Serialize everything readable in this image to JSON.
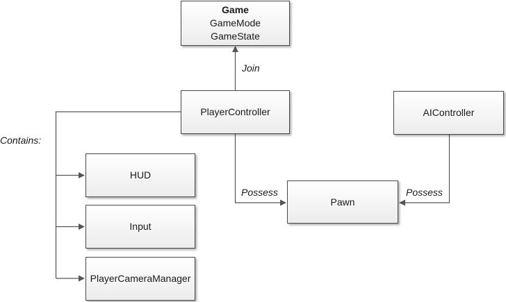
{
  "diagram": {
    "nodes": {
      "game": {
        "title": "Game",
        "lines": [
          "GameMode",
          "GameState"
        ]
      },
      "player_controller": {
        "label": "PlayerController"
      },
      "ai_controller": {
        "label": "AIController"
      },
      "pawn": {
        "label": "Pawn"
      },
      "hud": {
        "label": "HUD"
      },
      "input": {
        "label": "Input"
      },
      "player_camera_manager": {
        "label": "PlayerCameraManager"
      }
    },
    "edge_labels": {
      "join": "Join",
      "possess_player": "Possess",
      "possess_ai": "Possess",
      "contains": "Contains:"
    },
    "colors": {
      "line": "#555555",
      "box_border": "#4a4a4a",
      "box_fill_top": "#ffffff",
      "box_fill_bottom": "#ececec"
    }
  }
}
